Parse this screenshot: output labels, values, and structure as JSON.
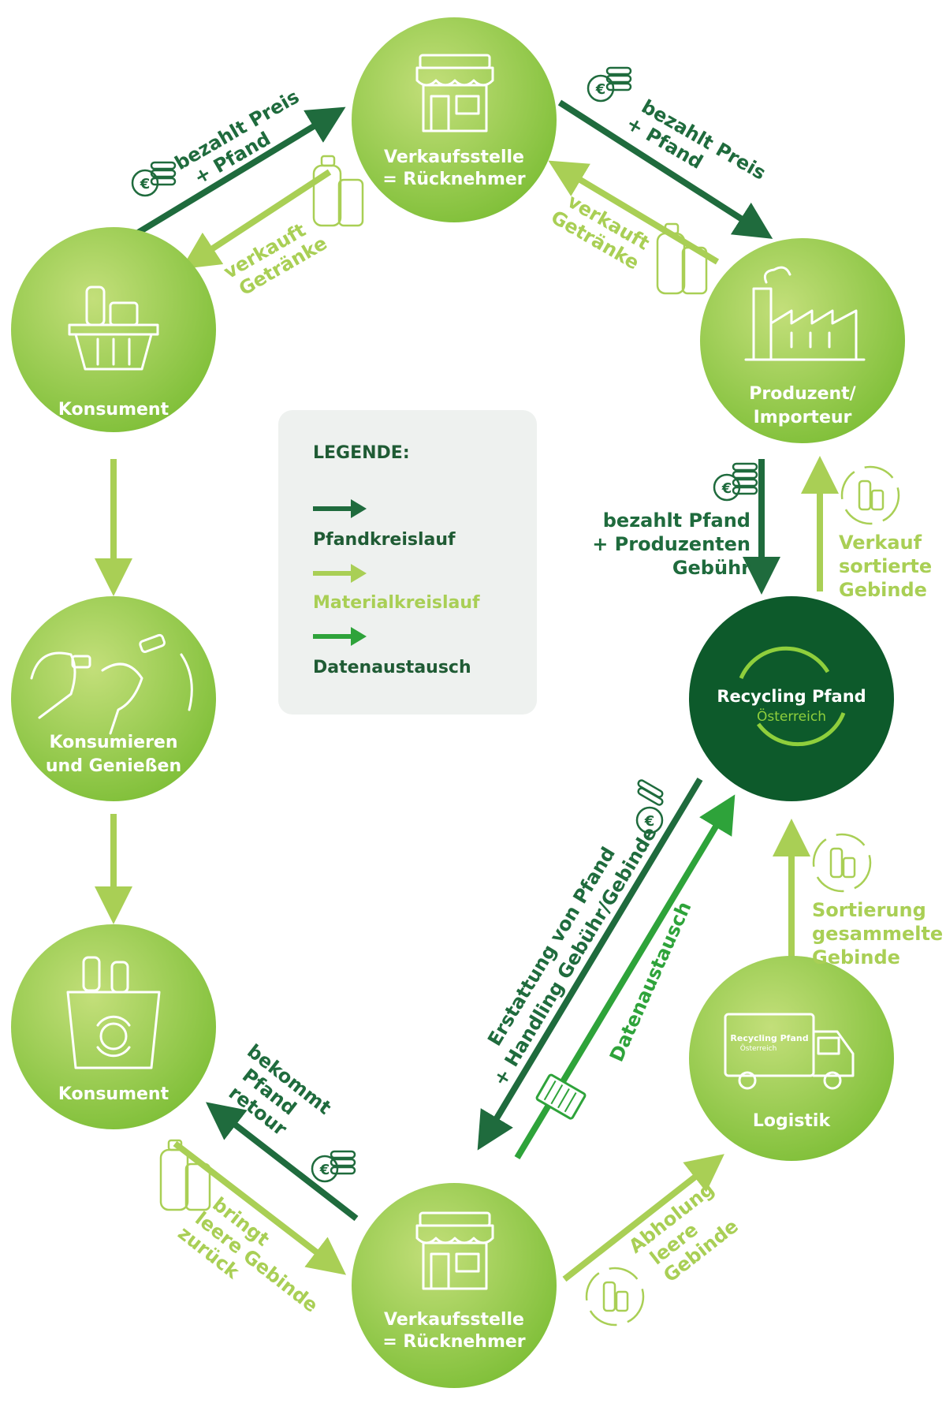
{
  "colors": {
    "dark": "#1f6b3d",
    "light": "#a9cf55",
    "data": "#2ea33a",
    "circle_light": "#b8d96a",
    "circle_dark": "#0d5a2b",
    "legend_bg": "#eef1ef"
  },
  "nodes": {
    "top_shop": [
      "Verkaufsstelle",
      "= Rücknehmer"
    ],
    "consumer_top": [
      "Konsument"
    ],
    "producer": [
      "Produzent/",
      "Importeur"
    ],
    "consume": [
      "Konsumieren",
      "und Genießen"
    ],
    "rpo": [
      "Recycling Pfand",
      "Österreich"
    ],
    "consumer_bottom": [
      "Konsument"
    ],
    "logistics": [
      "Logistik"
    ],
    "bottom_shop": [
      "Verkaufsstelle",
      "= Rücknehmer"
    ]
  },
  "legend": {
    "title": "LEGENDE:",
    "items": [
      "Pfandkreislauf",
      "Materialkreislauf",
      "Datenaustausch"
    ]
  },
  "edges": {
    "consumer_to_shop": [
      "bezahlt Preis",
      "+ Pfand"
    ],
    "shop_to_consumer": [
      "verkauft",
      "Getränke"
    ],
    "shop_to_producer": [
      "bezahlt Preis",
      "+ Pfand"
    ],
    "producer_to_shop": [
      "verkauft",
      "Getränke"
    ],
    "producer_to_rpo": [
      "bezahlt Pfand",
      "+ Produzenten",
      "Gebühr"
    ],
    "rpo_to_producer": [
      "Verkauf",
      "sortierte",
      "Gebinde"
    ],
    "rpo_to_shop": [
      "Erstattung von Pfand",
      "+ Handling Gebühr/Gebinde"
    ],
    "data_exchange": [
      "Datenaustausch"
    ],
    "logistics_to_rpo": [
      "Sortierung",
      "gesammelte",
      "Gebinde"
    ],
    "shop_to_consumer_bottom": [
      "bekommt",
      "Pfand",
      "retour"
    ],
    "consumer_bring_back": [
      "bringt",
      "leere Gebinde",
      "zurück"
    ],
    "shop_to_logistics": [
      "Abholung",
      "leere",
      "Gebinde"
    ]
  },
  "icons": [
    "shop-icon",
    "basket-icon",
    "factory-icon",
    "people-drinking-icon",
    "bin-icon",
    "truck-icon",
    "coins-icon",
    "bottles-icon",
    "recycle-icon"
  ]
}
